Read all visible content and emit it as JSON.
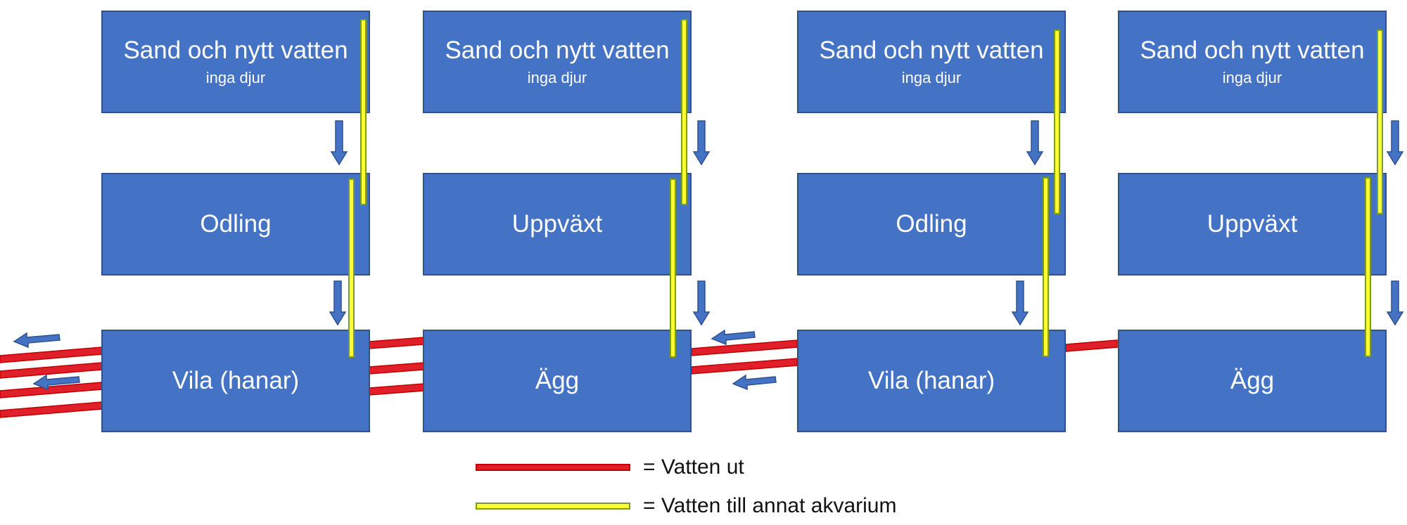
{
  "tanks": [
    {
      "id": "t1",
      "title": "Sand och nytt vatten",
      "subtitle": "inga djur"
    },
    {
      "id": "t2",
      "title": "Sand och nytt vatten",
      "subtitle": "inga djur"
    },
    {
      "id": "t3",
      "title": "Sand och nytt vatten",
      "subtitle": "inga djur"
    },
    {
      "id": "t4",
      "title": "Sand och nytt vatten",
      "subtitle": "inga djur"
    },
    {
      "id": "m1",
      "title": "Odling",
      "subtitle": ""
    },
    {
      "id": "m2",
      "title": "Uppväxt",
      "subtitle": ""
    },
    {
      "id": "m3",
      "title": "Odling",
      "subtitle": ""
    },
    {
      "id": "m4",
      "title": "Uppväxt",
      "subtitle": ""
    },
    {
      "id": "b1",
      "title": "Vila (hanar)",
      "subtitle": ""
    },
    {
      "id": "b2",
      "title": "Ägg",
      "subtitle": ""
    },
    {
      "id": "b3",
      "title": "Vila (hanar)",
      "subtitle": ""
    },
    {
      "id": "b4",
      "title": "Ägg",
      "subtitle": ""
    }
  ],
  "legend": {
    "water_out": "= Vatten ut",
    "water_other": "= Vatten till annat akvarium"
  },
  "colors": {
    "box_fill": "#4472c4",
    "box_border": "#2f528f",
    "water_out": "#e01f2a",
    "water_other": "#ffff33",
    "arrow": "#4472c4"
  }
}
